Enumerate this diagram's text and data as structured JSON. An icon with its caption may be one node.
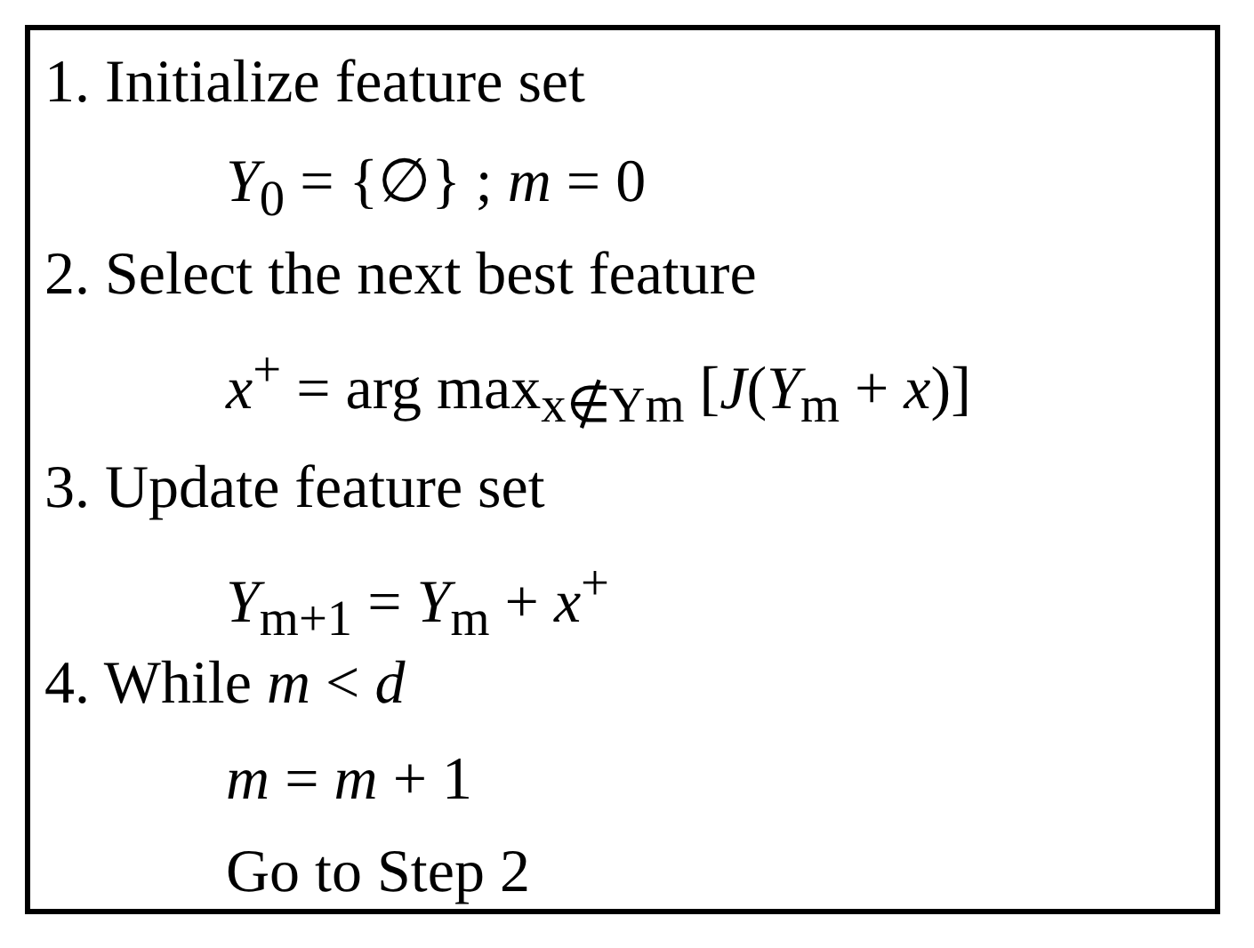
{
  "diagram": {
    "nodes": [
      {
        "text": [
          "1. Initialize feature set",
          "*Y*$_{0}$ = {∅} ; *m* = 0",
          "2. Select the next best feature",
          "*x*$^{+}$ = arg max$_{x∉Ym}$ [*J*(*Y*$_{m}$ + *x*)]",
          "3. Update feature set",
          "*Y*$_{m+1}$ = *Y*$_{m}$ + *x*$^{+}$",
          "4. While *m* < *d*",
          "*m* = *m* + 1",
          "Go to Step 2"
        ]
      }
    ]
  }
}
